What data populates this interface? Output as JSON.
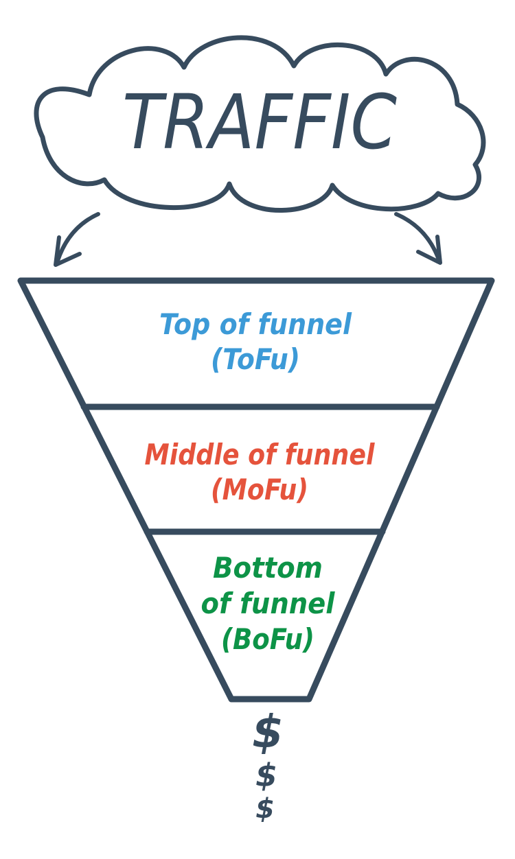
{
  "diagram": {
    "title": "Marketing funnel diagram",
    "colors": {
      "ink": "#374B5E",
      "tofu": "#3C9AD7",
      "mofu": "#E5533C",
      "bofu": "#0D9347"
    },
    "cloud": {
      "label": "TRAFFIC"
    },
    "funnel": {
      "sections": [
        {
          "id": "tofu",
          "color": "#3C9AD7",
          "lines": [
            "Top of funnel",
            "(ToFu)"
          ]
        },
        {
          "id": "mofu",
          "color": "#E5533C",
          "lines": [
            "Middle of funnel",
            "(MoFu)"
          ]
        },
        {
          "id": "bofu",
          "color": "#0D9347",
          "lines": [
            "Bottom",
            "of funnel",
            "(BoFu)"
          ]
        }
      ]
    },
    "output": {
      "dollar_signs": [
        "$",
        "$",
        "$"
      ]
    }
  }
}
